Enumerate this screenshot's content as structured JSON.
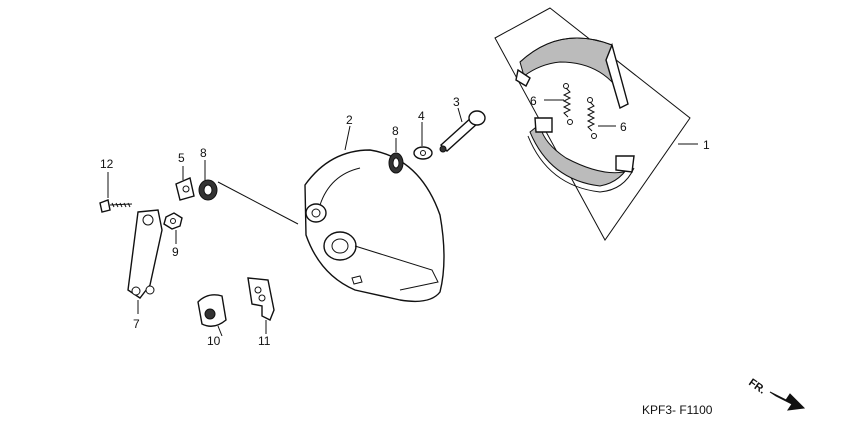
{
  "diagram_code": "KPF3- F1100",
  "direction_label": "FR.",
  "callouts": {
    "c1": "1",
    "c2": "2",
    "c3": "3",
    "c4": "4",
    "c5": "5",
    "c6a": "6",
    "c6b": "6",
    "c7": "7",
    "c8a": "8",
    "c8b": "8",
    "c9": "9",
    "c10": "10",
    "c11": "11",
    "c12": "12"
  },
  "icons": {
    "direction": "arrow-right-down-icon"
  }
}
